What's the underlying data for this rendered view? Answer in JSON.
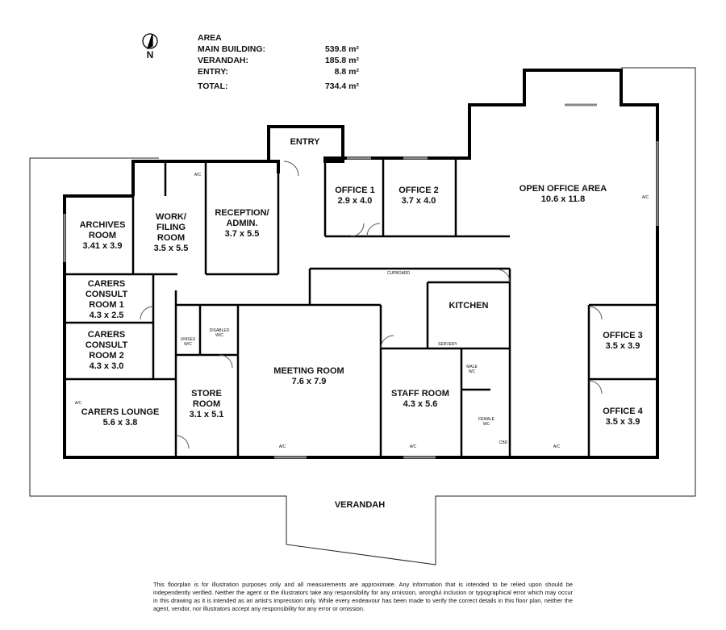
{
  "compass": {
    "label": "N"
  },
  "area": {
    "title": "AREA",
    "rows": [
      {
        "label": "MAIN BUILDING:",
        "value": "539.8 m²"
      },
      {
        "label": "VERANDAH:",
        "value": "185.8 m²"
      },
      {
        "label": "ENTRY:",
        "value": "8.8 m²"
      }
    ],
    "total": {
      "label": "TOTAL:",
      "value": "734.4 m²"
    }
  },
  "rooms": {
    "entry": {
      "name": "ENTRY"
    },
    "office1": {
      "name": "OFFICE 1",
      "size": "2.9 x 4.0"
    },
    "office2": {
      "name": "OFFICE 2",
      "size": "3.7 x 4.0"
    },
    "open_office": {
      "name": "OPEN OFFICE AREA",
      "size": "10.6 x 11.8"
    },
    "archives": {
      "name": "ARCHIVES\nROOM",
      "size": "3.41 x 3.9"
    },
    "work_filing": {
      "name": "WORK/\nFILING\nROOM",
      "size": "3.5 x 5.5"
    },
    "reception": {
      "name": "RECEPTION/\nADMIN.",
      "size": "3.7 x 5.5"
    },
    "consult1": {
      "name": "CARERS\nCONSULT\nROOM 1",
      "size": "4.3 x 2.5"
    },
    "consult2": {
      "name": "CARERS\nCONSULT\nROOM 2",
      "size": "4.3 x 3.0"
    },
    "lounge": {
      "name": "CARERS LOUNGE",
      "size": "5.6 x 3.8"
    },
    "store": {
      "name": "STORE\nROOM",
      "size": "3.1 x 5.1"
    },
    "meeting": {
      "name": "MEETING ROOM",
      "size": "7.6 x 7.9"
    },
    "staff": {
      "name": "STAFF ROOM",
      "size": "4.3 x 5.6"
    },
    "kitchen": {
      "name": "KITCHEN"
    },
    "office3": {
      "name": "OFFICE 3",
      "size": "3.5 x 3.9"
    },
    "office4": {
      "name": "OFFICE 4",
      "size": "3.5 x 3.9"
    },
    "verandah": {
      "name": "VERANDAH"
    }
  },
  "small_labels": {
    "ac": "A/C",
    "cupboard": "CUPBOARD",
    "servery": "SERVERY",
    "male_wc": "MALE\nWC",
    "female_wc": "FEMALE\nWC",
    "cbd": "CBD",
    "unisex_wc": "UNISEX\nW/C",
    "disabled_wc": "DISABLED\nW/C"
  },
  "disclaimer": "This floorplan is for illustration purposes only and all measurements are approximate. Any information that is intended to be relied upon should be independently verified. Neither the agent or the illustrators take any responsibility for any omission, wrongful inclusion or typographical error which may occur in this drawing as it is intended as an artist's impression only. While every endeavour has been made to verify the correct details in this floor plan, neither the agent, vendor, nor illustrators accept any responsibility for any error or omission."
}
